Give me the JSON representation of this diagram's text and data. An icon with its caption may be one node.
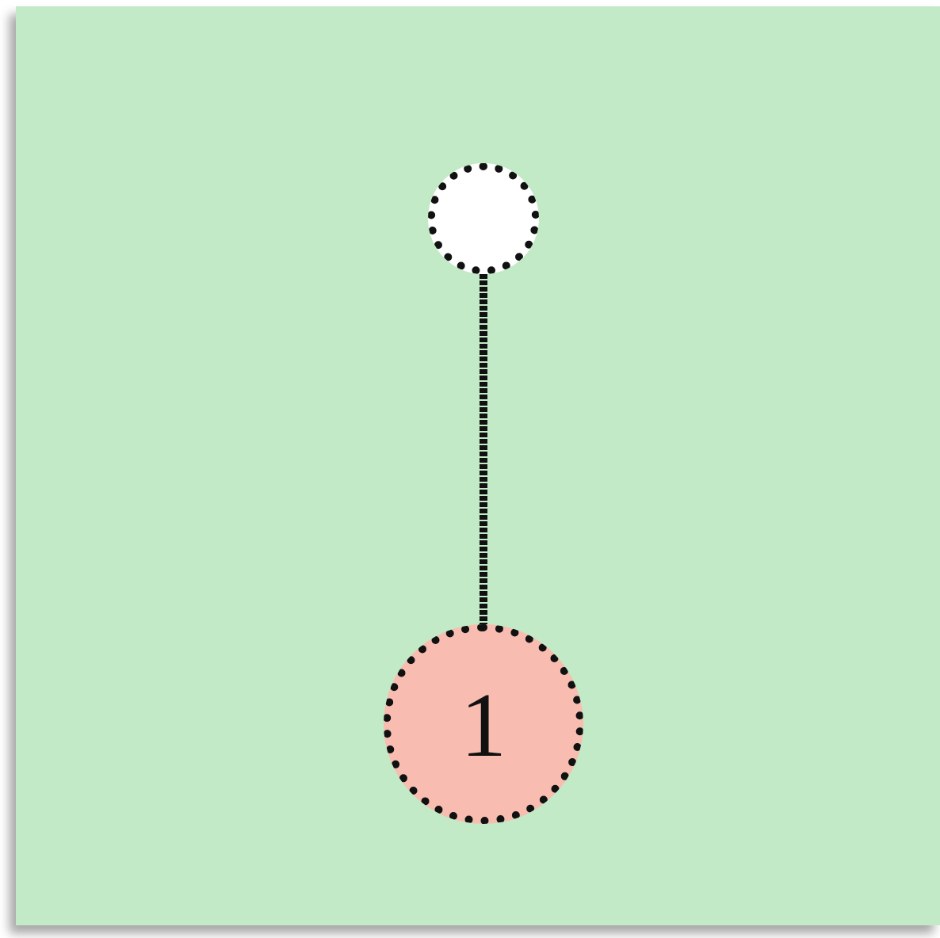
{
  "diagram": {
    "nodes": [
      {
        "text": [],
        "shape": "circle"
      },
      {
        "text": [
          "1"
        ]
      }
    ],
    "edges": [
      {
        "from": 0,
        "to": 1,
        "arrow": "none"
      }
    ]
  }
}
